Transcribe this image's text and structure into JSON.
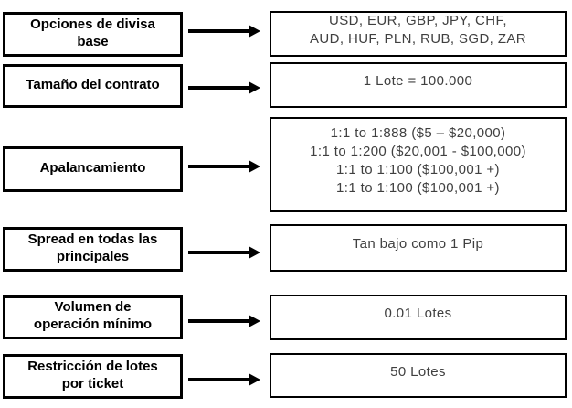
{
  "diagram": {
    "rows": [
      {
        "label": "Opciones de divisa\nbase",
        "value": "USD, EUR, GBP, JPY, CHF,\nAUD, HUF, PLN, RUB, SGD, ZAR"
      },
      {
        "label": "Tamaño del contrato",
        "value": "1 Lote = 100.000"
      },
      {
        "label": "Apalancamiento",
        "value": "1:1 to 1:888 ($5 – $20,000)\n1:1 to 1:200 ($20,001 - $100,000)\n1:1 to 1:100 ($100,001 +)\n1:1 to 1:100 ($100,001 +)"
      },
      {
        "label": "Spread en todas las\nprincipales",
        "value": "Tan bajo como 1 Pip"
      },
      {
        "label": "Volumen de\noperación mínimo",
        "value": "0.01 Lotes"
      },
      {
        "label": "Restricción de lotes\npor ticket",
        "value": "50 Lotes"
      }
    ]
  },
  "colors": {
    "background": "#ffffff",
    "box_border": "#000000",
    "label_text": "#000000",
    "value_text": "#404040",
    "arrow": "#000000"
  }
}
